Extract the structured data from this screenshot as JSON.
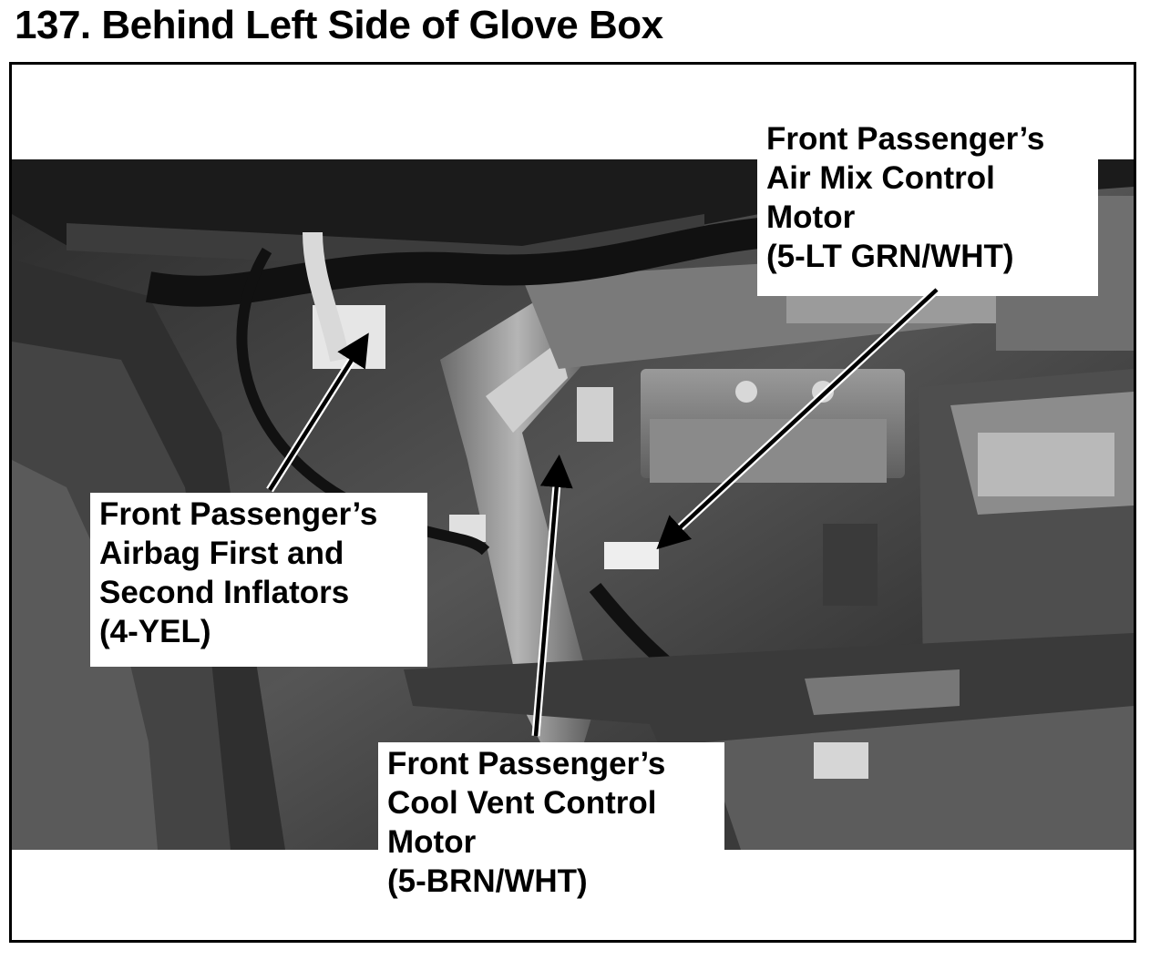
{
  "title": "137. Behind Left Side of Glove Box",
  "callouts": {
    "air_mix": "Front Passenger’s\nAir Mix Control\nMotor\n(5-LT GRN/WHT)",
    "airbag": "Front Passenger’s\nAirbag First and\nSecond Inflators\n(4-YEL)",
    "cool_vent": "Front Passenger’s\nCool Vent Control\nMotor\n(5-BRN/WHT)"
  },
  "colors": {
    "frame": "#000000",
    "background": "#ffffff"
  }
}
